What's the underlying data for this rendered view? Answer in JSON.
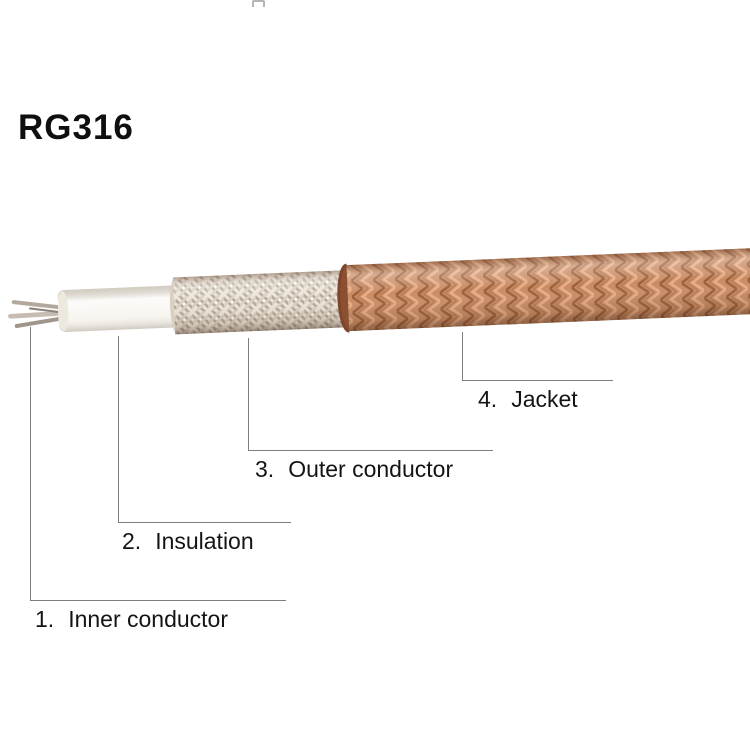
{
  "title": "RG316",
  "diagram": {
    "type": "coaxial-cable-cutaway",
    "subject": "RG316 coaxial cable construction",
    "parts": [
      "Inner conductor",
      "Insulation",
      "Outer conductor",
      "Jacket"
    ]
  },
  "labels": [
    {
      "number": "1.",
      "text": "Inner conductor"
    },
    {
      "number": "2.",
      "text": "Insulation"
    },
    {
      "number": "3.",
      "text": "Outer conductor"
    },
    {
      "number": "4.",
      "text": "Jacket"
    }
  ],
  "colors": {
    "background": "#ffffff",
    "text": "#141414",
    "leader_line": "#7e7e7e",
    "jacket_copper": "#c98d66",
    "jacket_copper_dark": "#9e5f3a",
    "jacket_copper_light": "#e9ad85",
    "outer_conductor_silver": "#e9e2d6",
    "outer_conductor_silver_dark": "#b5a896",
    "insulation_white": "#f7f4ee",
    "inner_conductor_gray": "#b3a89e"
  }
}
